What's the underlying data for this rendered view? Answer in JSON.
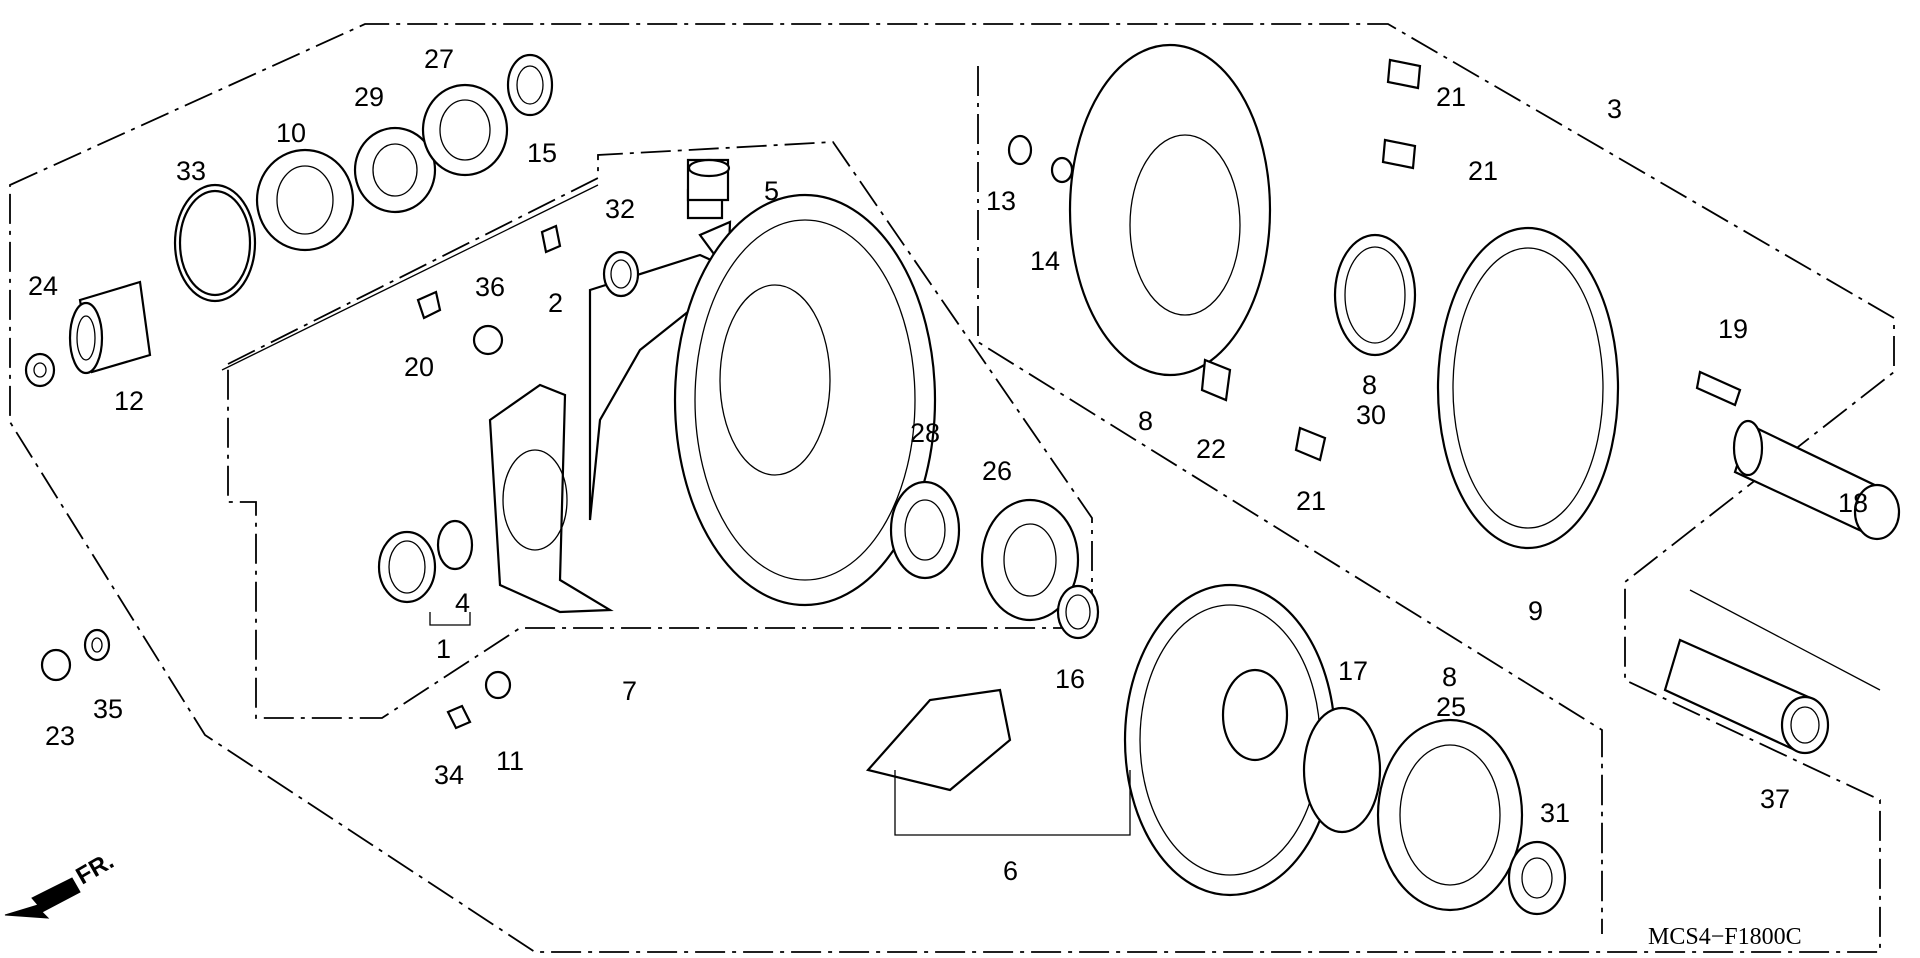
{
  "diagram": {
    "part_numbers": [
      "1",
      "2",
      "3",
      "4",
      "5",
      "6",
      "7",
      "8",
      "8",
      "8",
      "9",
      "10",
      "11",
      "12",
      "13",
      "14",
      "15",
      "16",
      "17",
      "18",
      "19",
      "20",
      "21",
      "21",
      "21",
      "22",
      "23",
      "24",
      "25",
      "26",
      "27",
      "28",
      "29",
      "30",
      "31",
      "32",
      "33",
      "34",
      "35",
      "36",
      "37"
    ],
    "direction_label": "FR.",
    "drawing_code": "MCS4−F1800C"
  }
}
